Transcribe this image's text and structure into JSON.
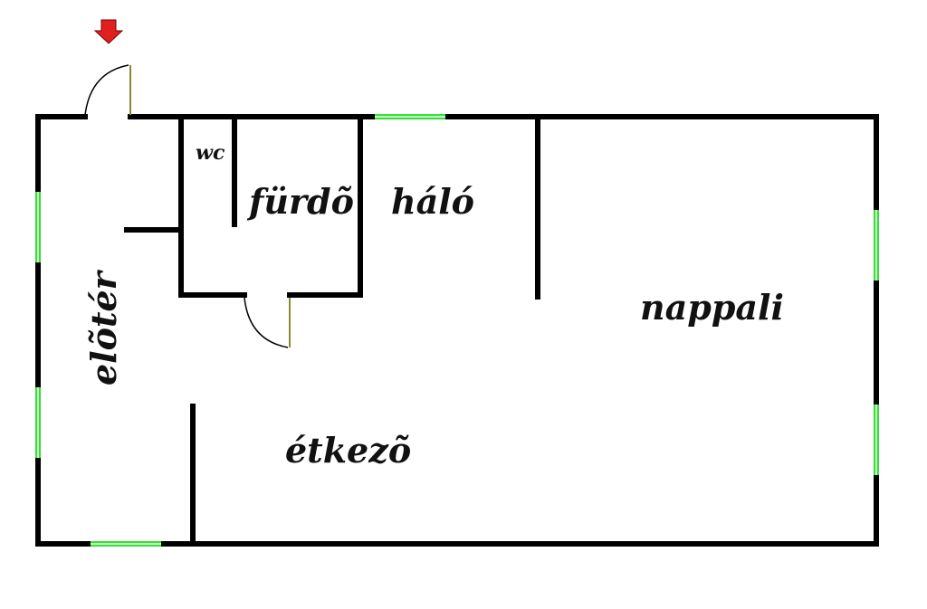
{
  "rooms": {
    "eloter": "elõtér",
    "wc": "wc",
    "furdo": "fürdõ",
    "halo": "háló",
    "nappali": "nappali",
    "etkezo": "étkezõ"
  },
  "colors": {
    "wall": "#000000",
    "window": "#33e033",
    "entrance_arrow": "#e02020",
    "background": "#ffffff"
  },
  "icons": {
    "entrance": "entrance-arrow-icon"
  }
}
